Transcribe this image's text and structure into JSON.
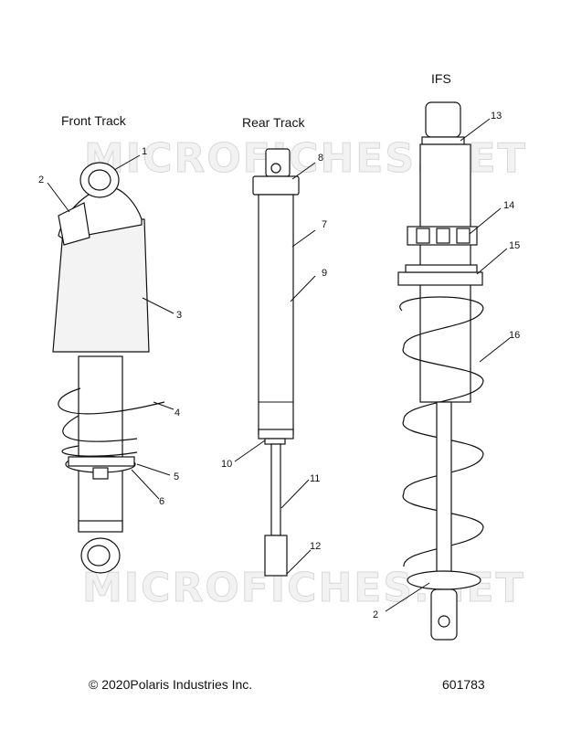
{
  "sections": {
    "front": "Front Track",
    "rear": "Rear Track",
    "ifs": "IFS"
  },
  "callouts": [
    "1",
    "2",
    "3",
    "4",
    "5",
    "6",
    "7",
    "8",
    "9",
    "10",
    "11",
    "12",
    "13",
    "14",
    "15",
    "16",
    "2"
  ],
  "watermark": "MICROFICHES.NET",
  "footer": {
    "copyright": "© 2020Polaris Industries Inc.",
    "part_number": "601783"
  }
}
